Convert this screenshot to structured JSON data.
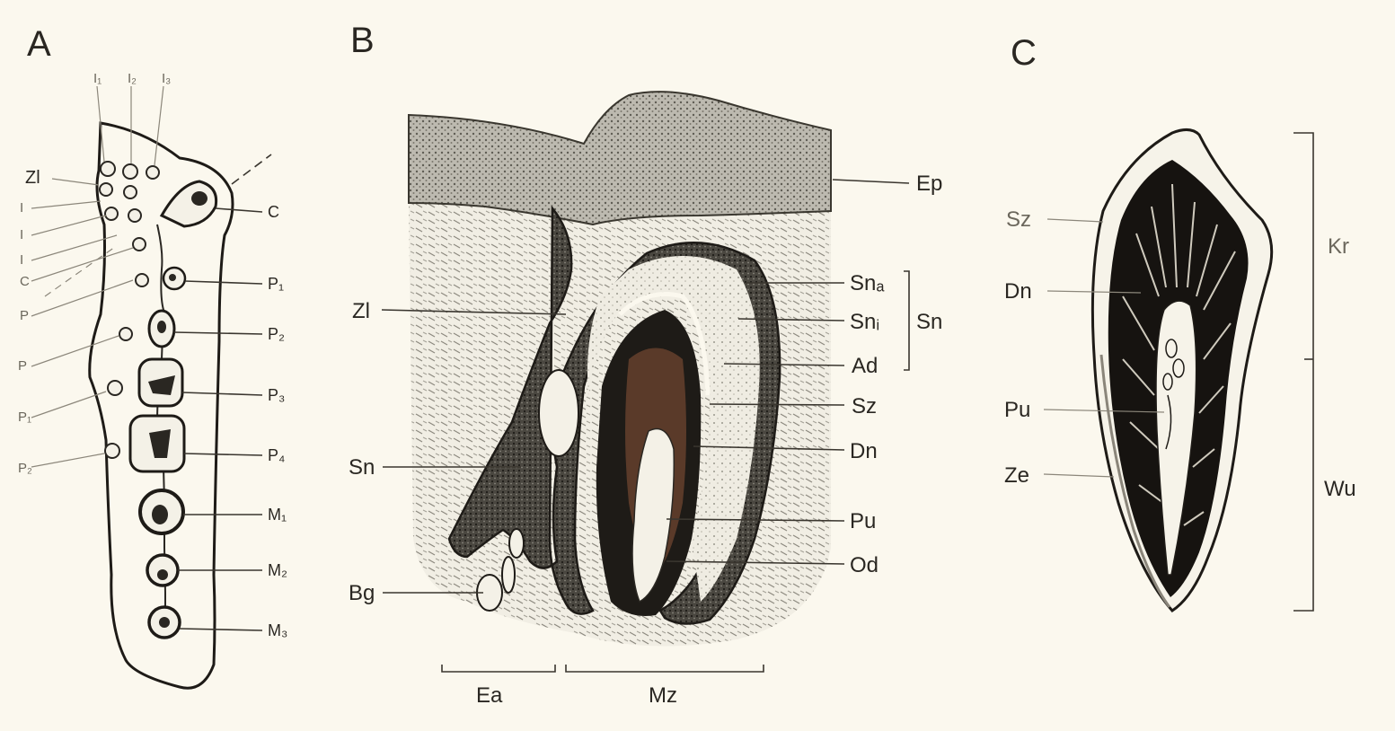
{
  "colors": {
    "paper": "#fbf8ee",
    "ink": "#1e1b17",
    "dentin": "#161310",
    "stipple": "#6c6a60",
    "pulp_tint": "#7a4a2e"
  },
  "panels": {
    "a": {
      "letter": "A",
      "left_labels": [
        "I₁",
        "I₂",
        "I₃",
        "Zl",
        "I",
        "I",
        "I",
        "C",
        "P",
        "P",
        "P₁",
        "P₂"
      ],
      "right_labels": [
        "C",
        "P₁",
        "P₂",
        "P₃",
        "P₄",
        "M₁",
        "M₂",
        "M₃"
      ]
    },
    "b": {
      "letter": "B",
      "labels": {
        "ep": "Ep",
        "zl": "Zl",
        "sn": "Sn",
        "bg": "Bg",
        "sna": "Snₐ",
        "sni": "Snᵢ",
        "sn_group": "Sn",
        "ad": "Ad",
        "sz": "Sz",
        "dn": "Dn",
        "pu": "Pu",
        "od": "Od",
        "ea": "Ea",
        "mz": "Mz"
      }
    },
    "c": {
      "letter": "C",
      "labels": {
        "sz": "Sz",
        "dn": "Dn",
        "pu": "Pu",
        "ze": "Ze",
        "kr": "Kr",
        "wu": "Wu"
      }
    }
  }
}
